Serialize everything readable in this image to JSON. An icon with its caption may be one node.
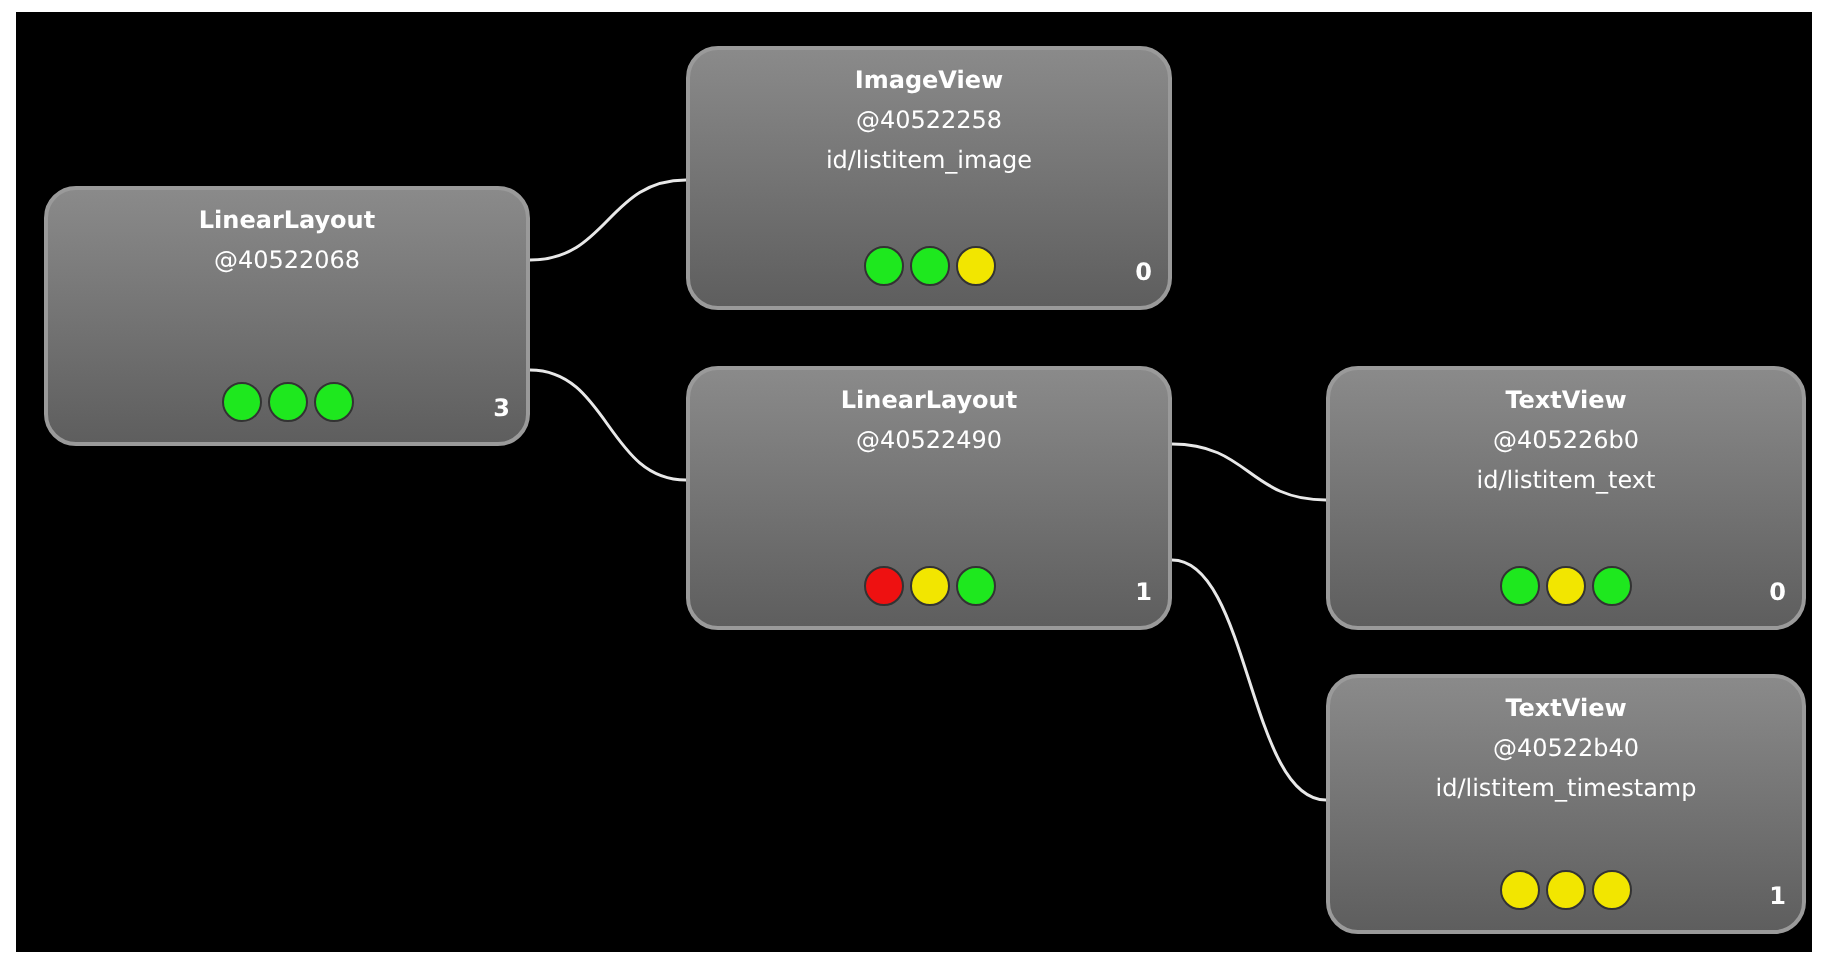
{
  "diagram": {
    "nodes": [
      {
        "text": [
          "LinearLayout",
          "@40522068",
          "3"
        ]
      },
      {
        "text": [
          "ImageView",
          "@40522258",
          "id/listitem_image",
          "0"
        ]
      },
      {
        "text": [
          "LinearLayout",
          "@40522490",
          "1"
        ]
      },
      {
        "text": [
          "TextView",
          "@405226b0",
          "id/listitem_text",
          "0"
        ]
      },
      {
        "text": [
          "TextView",
          "@40522b40",
          "id/listitem_timestamp",
          "1"
        ]
      }
    ],
    "edges": [
      {
        "from": 0,
        "to": 1,
        "arrow": "none"
      },
      {
        "from": 0,
        "to": 2,
        "arrow": "none"
      },
      {
        "from": 2,
        "to": 3,
        "arrow": "none"
      },
      {
        "from": 2,
        "to": 4,
        "arrow": "none"
      }
    ]
  }
}
